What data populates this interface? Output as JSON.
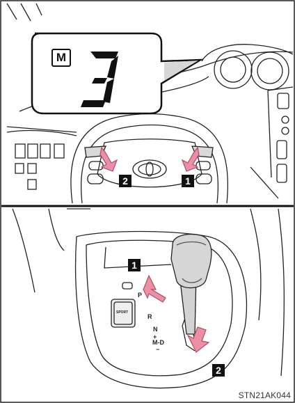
{
  "display": {
    "mode_letter": "M",
    "gear_digit": "3"
  },
  "callouts": {
    "one": "1",
    "two": "2"
  },
  "shift_gate": {
    "p": "P",
    "r": "R",
    "n": "N",
    "plus": "+",
    "md": "M-D",
    "minus": "−"
  },
  "console_button": "SPORT",
  "figure_code": "STN21AK044",
  "colors": {
    "arrow": "#ea8fa6",
    "arrow_stroke": "#b04b66",
    "line": "#111111",
    "shade": "#d6d6d6"
  }
}
